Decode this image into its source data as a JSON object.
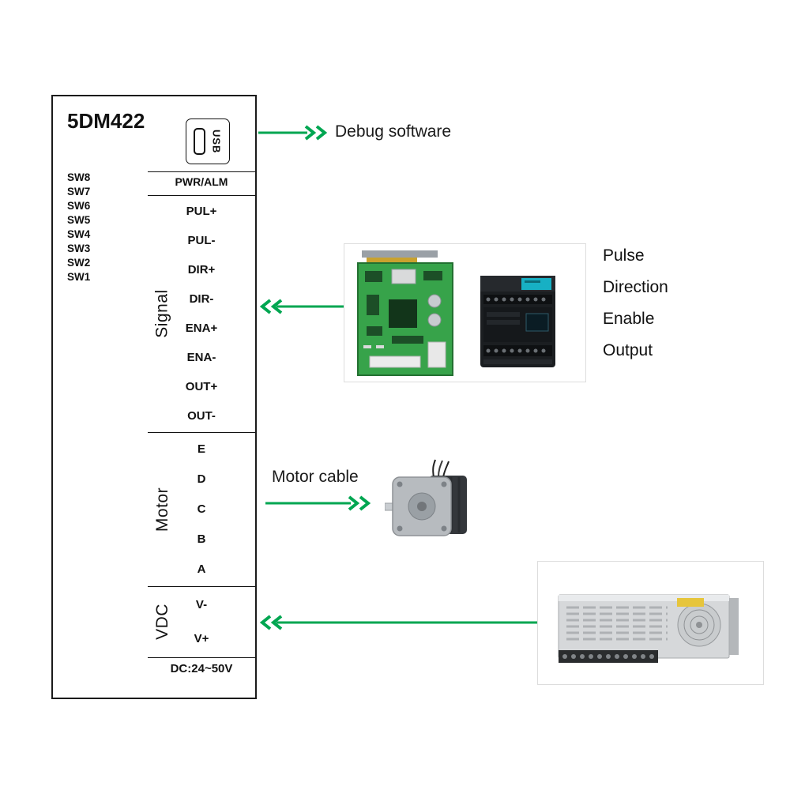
{
  "driver": {
    "model": "5DM422",
    "usb_label": "USB",
    "pwr_alm_label": "PWR/ALM",
    "switches": [
      "SW8",
      "SW7",
      "SW6",
      "SW5",
      "SW4",
      "SW3",
      "SW2",
      "SW1"
    ],
    "sections": {
      "signal": {
        "label": "Signal",
        "pins": [
          "PUL+",
          "PUL-",
          "DIR+",
          "DIR-",
          "ENA+",
          "ENA-",
          "OUT+",
          "OUT-"
        ]
      },
      "motor": {
        "label": "Motor",
        "pins": [
          "E",
          "D",
          "C",
          "B",
          "A"
        ]
      },
      "vdc": {
        "label": "VDC",
        "pins": [
          "V-",
          "V+"
        ]
      }
    },
    "dc_rating": "DC:24~50V"
  },
  "annotations": {
    "debug_software": "Debug software",
    "signal_outputs": [
      "Pulse",
      "Direction",
      "Enable",
      "Output"
    ],
    "motor_cable": "Motor cable"
  },
  "images": {
    "control_card": "motion-controller-card",
    "plc": "plc-controller",
    "stepper_motor": "stepper-motor",
    "power_supply": "switching-power-supply"
  },
  "colors": {
    "arrow_green": "#00A651",
    "outline": "#1a1a1a",
    "pcb_green": "#37A34A",
    "plc_accent": "#17B0C4",
    "psu_label_yellow": "#E6C53C"
  }
}
